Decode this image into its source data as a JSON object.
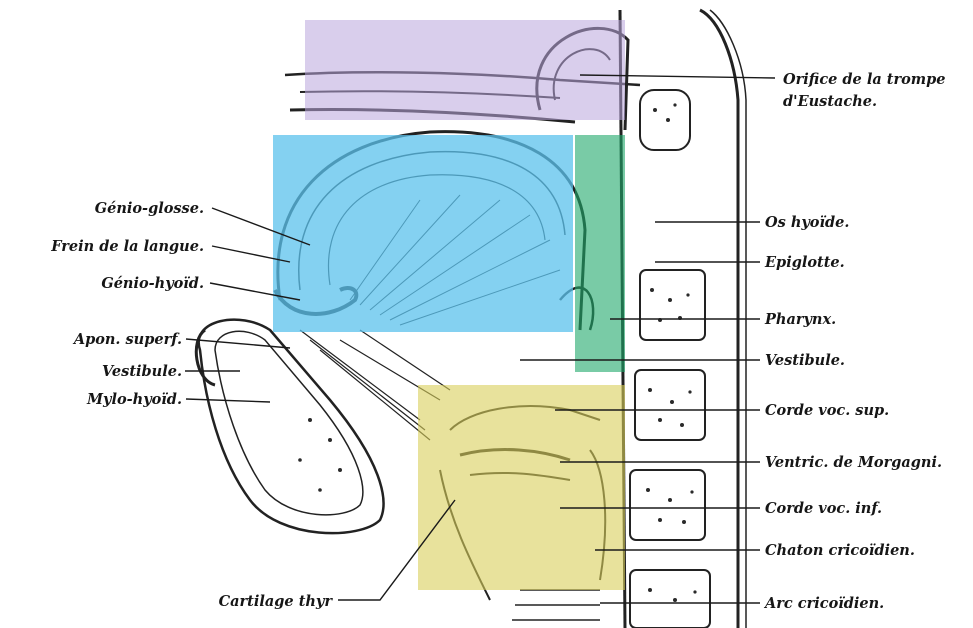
{
  "labels_left": [
    {
      "id": "genio-glosse",
      "text": "Génio-glosse."
    },
    {
      "id": "frein-langue",
      "text": "Frein de la langue."
    },
    {
      "id": "genio-hyoid",
      "text": "Génio-hyoïd."
    },
    {
      "id": "apon-superf",
      "text": "Apon. superf."
    },
    {
      "id": "vestibule-left",
      "text": "Vestibule."
    },
    {
      "id": "mylo-hyoid",
      "text": "Mylo-hyoïd."
    }
  ],
  "labels_right": [
    {
      "id": "orifice-1",
      "text": "Orifice de la trompe"
    },
    {
      "id": "orifice-2",
      "text": "d'Eustache."
    },
    {
      "id": "os-hyoide",
      "text": "Os hyoïde."
    },
    {
      "id": "epiglotte",
      "text": "Epiglotte."
    },
    {
      "id": "pharynx",
      "text": "Pharynx."
    },
    {
      "id": "vestibule-right",
      "text": "Vestibule."
    },
    {
      "id": "corde-sup",
      "text": "Corde voc. sup."
    },
    {
      "id": "ventric",
      "text": "Ventric. de Morgagni."
    },
    {
      "id": "corde-inf",
      "text": "Corde voc. inf."
    },
    {
      "id": "chaton",
      "text": "Chaton cricoïdien."
    },
    {
      "id": "arc",
      "text": "Arc cricoïdien."
    }
  ],
  "label_bottom": {
    "id": "cartilage",
    "text": "Cartilage thyr"
  },
  "highlights": [
    {
      "id": "nasal-region",
      "color": "#b9a6dc"
    },
    {
      "id": "tongue-region",
      "color": "#5bc2ec"
    },
    {
      "id": "pharynx-region",
      "color": "#1fa86a"
    },
    {
      "id": "larynx-region",
      "color": "#d8cf5a"
    }
  ]
}
